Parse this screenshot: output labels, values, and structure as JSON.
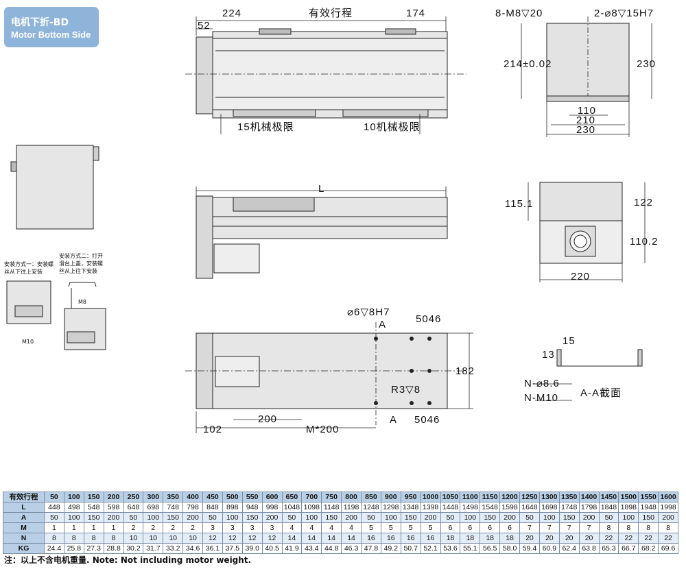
{
  "header": {
    "title_cn": "电机下折-BD",
    "title_en": "Motor Bottom Side"
  },
  "top_view": {
    "dim_left": "224",
    "dim_mid": "有效行程",
    "dim_right": "174",
    "dim_52": "52",
    "limit_left": "15机械极限",
    "limit_right": "10机械极限"
  },
  "end_view": {
    "holes_left": "8-M8▽20",
    "holes_right": "2-⌀8▽15H7",
    "dim_height_inner": "214±0.02",
    "dim_height": "230",
    "dim_110": "110",
    "dim_210": "210",
    "dim_230": "230"
  },
  "side_view": {
    "dim_L": "L"
  },
  "motor_end": {
    "dim_115": "115.1",
    "dim_122": "122",
    "dim_110": "110.2",
    "dim_220": "220"
  },
  "bottom_view": {
    "pin_hole": "⌀6▽8H7",
    "section_a": "A",
    "dim_5046_top": "5046",
    "dim_182": "182",
    "r3": "R3▽8",
    "dim_5046_bot": "5046",
    "dim_200": "200",
    "dim_102": "102",
    "dim_m": "M*200"
  },
  "section_view": {
    "dim_15": "15",
    "dim_13": "13",
    "n_hole": "N-⌀8.6",
    "n_m": "N-M10",
    "title": "A-A截面"
  },
  "install": {
    "method1": "安装方式一：安装螺丝从下往上安装",
    "method2": "安装方式二：打开滑台上盖，安装螺丝从上往下安装",
    "m8": "M8",
    "m10": "M10"
  },
  "spec_table": {
    "rows": [
      {
        "label": "有效行程",
        "values": [
          "50",
          "100",
          "150",
          "200",
          "250",
          "300",
          "350",
          "400",
          "450",
          "500",
          "550",
          "600",
          "650",
          "700",
          "750",
          "800",
          "850",
          "900",
          "950",
          "1000",
          "1050",
          "1100",
          "1150",
          "1200",
          "1250",
          "1300",
          "1350",
          "1400",
          "1450",
          "1500",
          "1550",
          "1600"
        ]
      },
      {
        "label": "L",
        "values": [
          "448",
          "498",
          "548",
          "598",
          "648",
          "698",
          "748",
          "798",
          "848",
          "898",
          "948",
          "998",
          "1048",
          "1098",
          "1148",
          "1198",
          "1248",
          "1298",
          "1348",
          "1398",
          "1448",
          "1498",
          "1548",
          "1598",
          "1648",
          "1698",
          "1748",
          "1798",
          "1848",
          "1898",
          "1948",
          "1998"
        ]
      },
      {
        "label": "A",
        "values": [
          "50",
          "100",
          "150",
          "200",
          "50",
          "100",
          "150",
          "200",
          "50",
          "100",
          "150",
          "200",
          "50",
          "100",
          "150",
          "200",
          "50",
          "100",
          "150",
          "200",
          "50",
          "100",
          "150",
          "200",
          "50",
          "100",
          "150",
          "200",
          "50",
          "100",
          "150",
          "200"
        ]
      },
      {
        "label": "M",
        "values": [
          "1",
          "1",
          "1",
          "1",
          "2",
          "2",
          "2",
          "2",
          "3",
          "3",
          "3",
          "3",
          "4",
          "4",
          "4",
          "4",
          "5",
          "5",
          "5",
          "5",
          "6",
          "6",
          "6",
          "6",
          "7",
          "7",
          "7",
          "7",
          "8",
          "8",
          "8",
          "8"
        ]
      },
      {
        "label": "N",
        "values": [
          "8",
          "8",
          "8",
          "8",
          "10",
          "10",
          "10",
          "10",
          "12",
          "12",
          "12",
          "12",
          "14",
          "14",
          "14",
          "14",
          "16",
          "16",
          "16",
          "16",
          "18",
          "18",
          "18",
          "18",
          "20",
          "20",
          "20",
          "20",
          "22",
          "22",
          "22",
          "22"
        ]
      },
      {
        "label": "KG",
        "values": [
          "24.4",
          "25.8",
          "27.3",
          "28.8",
          "30.2",
          "31.7",
          "33.2",
          "34.6",
          "36.1",
          "37.5",
          "39.0",
          "40.5",
          "41.9",
          "43.4",
          "44.8",
          "46.3",
          "47.8",
          "49.2",
          "50.7",
          "52.1",
          "53.6",
          "55.1",
          "56.5",
          "58.0",
          "59.4",
          "60.9",
          "62.4",
          "63.8",
          "65.3",
          "66.7",
          "68.2",
          "69.6"
        ]
      }
    ]
  },
  "note": "注：以上不含电机重量. Note: Not including motor weight."
}
